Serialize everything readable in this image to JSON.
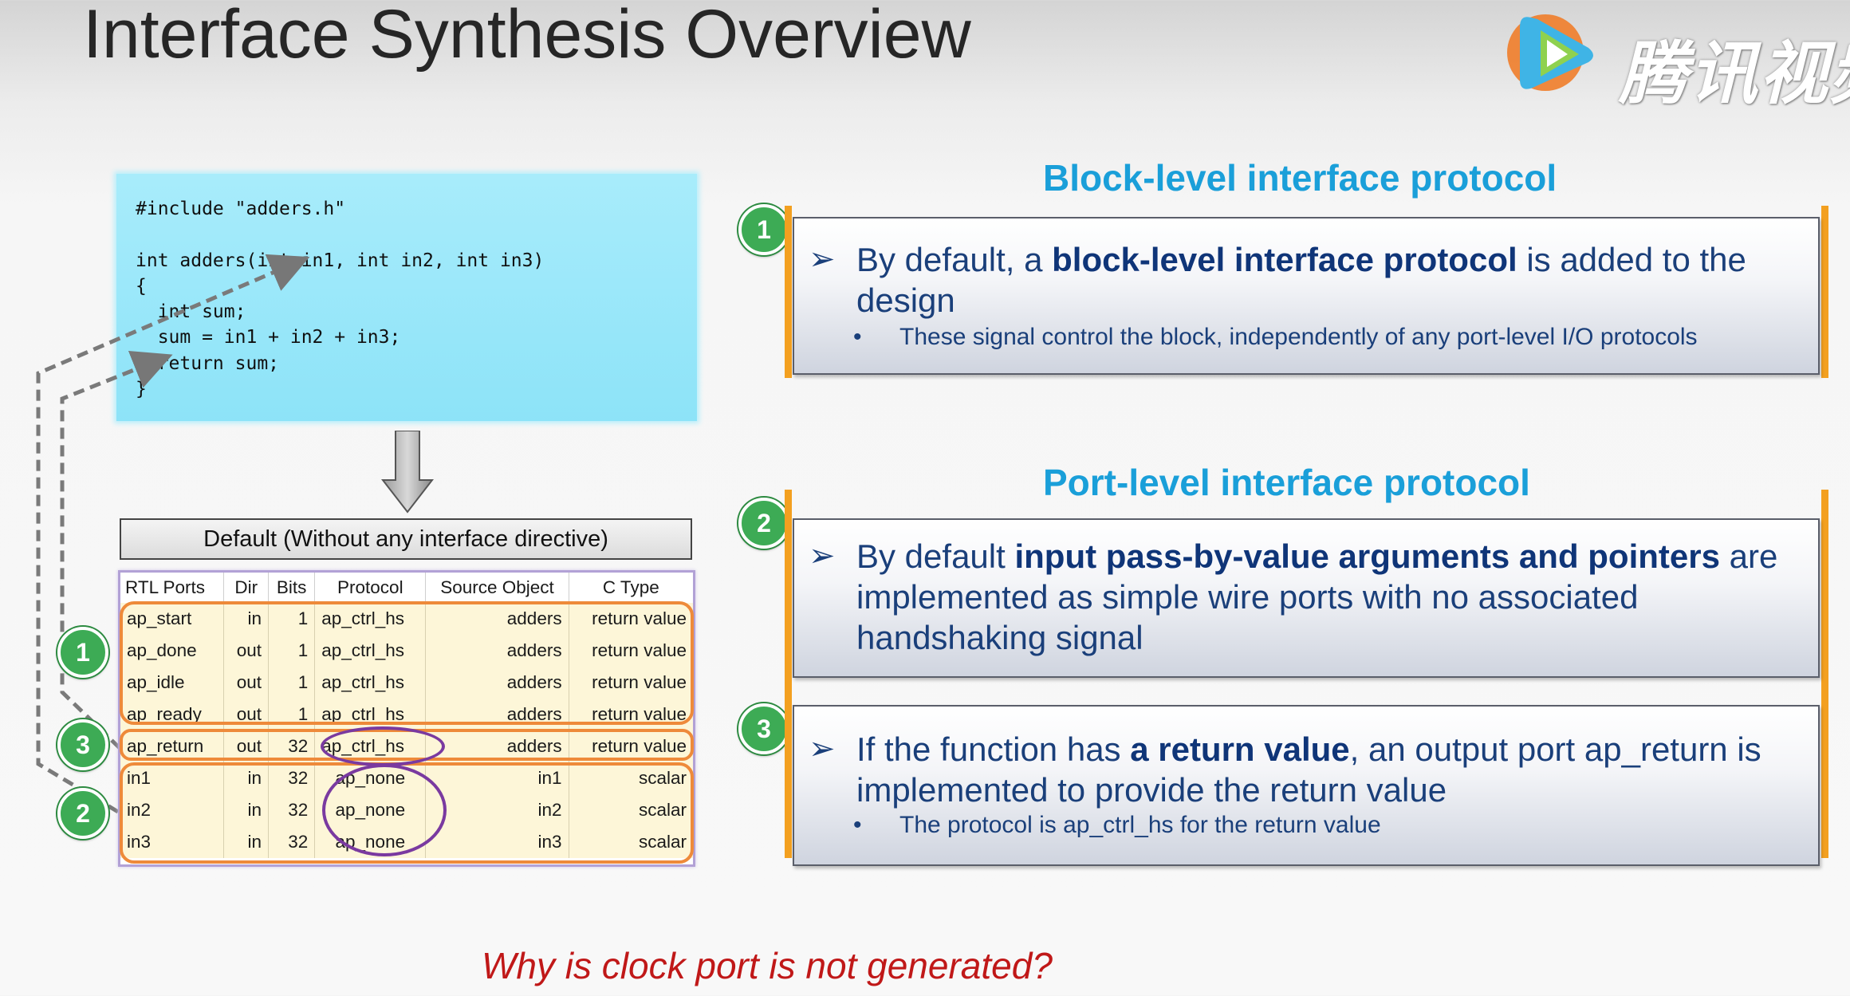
{
  "slide": {
    "title": "Interface Synthesis Overview",
    "logo_text": "腾讯视频",
    "question": "Why is clock port is not generated?"
  },
  "code": {
    "text": "#include \"adders.h\"\n\nint adders(int in1, int in2, int in3)\n{\n  int sum;\n  sum = in1 + in2 + in3;\n  return sum;\n}"
  },
  "table": {
    "caption": "Default (Without any interface directive)",
    "headers": [
      "RTL Ports",
      "Dir",
      "Bits",
      "Protocol",
      "Source Object",
      "C Type"
    ],
    "rows": [
      [
        "ap_start",
        "in",
        "1",
        "ap_ctrl_hs",
        "adders",
        "return value"
      ],
      [
        "ap_done",
        "out",
        "1",
        "ap_ctrl_hs",
        "adders",
        "return value"
      ],
      [
        "ap_idle",
        "out",
        "1",
        "ap_ctrl_hs",
        "adders",
        "return value"
      ],
      [
        "ap_ready",
        "out",
        "1",
        "ap_ctrl_hs",
        "adders",
        "return value"
      ],
      [
        "ap_return",
        "out",
        "32",
        "ap_ctrl_hs",
        "adders",
        "return value"
      ],
      [
        "in1",
        "in",
        "32",
        "ap_none",
        "in1",
        "scalar"
      ],
      [
        "in2",
        "in",
        "32",
        "ap_none",
        "in2",
        "scalar"
      ],
      [
        "in3",
        "in",
        "32",
        "ap_none",
        "in3",
        "scalar"
      ]
    ]
  },
  "badges": [
    "1",
    "2",
    "3"
  ],
  "block": {
    "heading": "Block-level interface protocol",
    "point_pre": "By default, a ",
    "point_bold": "block-level interface protocol",
    "point_post": " is added to the design",
    "sub": "These signal control the block, independently of any port-level I/O protocols"
  },
  "port": {
    "heading": "Port-level interface protocol",
    "point_pre": "By default ",
    "point_bold": "input pass-by-value arguments and pointers",
    "point_post": " are implemented as simple wire ports with no associated handshaking signal"
  },
  "ret": {
    "point_pre": "If the function has ",
    "point_bold": "a return value",
    "point_post": ", an output port ap_return is implemented to provide the return value",
    "sub": "The protocol is ap_ctrl_hs for the return value"
  },
  "colors": {
    "heading": "#1a9fd9",
    "point_text": "#1a3f7a",
    "badge": "#3dab55",
    "accent_bar": "#f3a020",
    "question": "#c01818",
    "code_bg": "#9fe8fa"
  }
}
